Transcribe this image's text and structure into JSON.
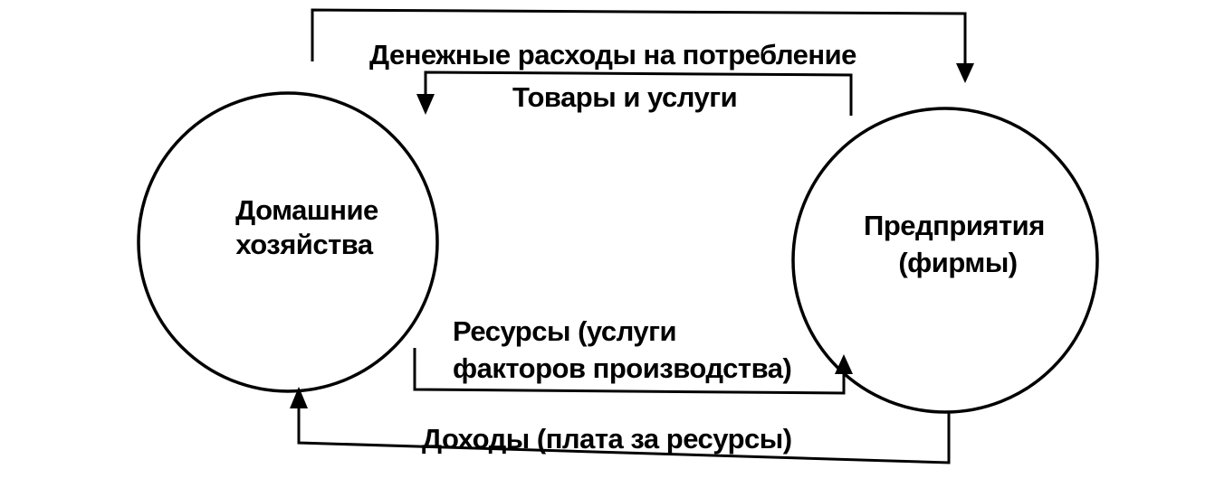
{
  "nodes": {
    "households": {
      "line1": "Домашние",
      "line2": "хозяйства"
    },
    "firms": {
      "line1": "Предприятия",
      "line2": "(фирмы)"
    }
  },
  "flows": {
    "consumption_spending": "Денежные расходы на потребление",
    "goods_services": "Товары и услуги",
    "resources_line1": "Ресурсы (услуги",
    "resources_line2": "факторов производства)",
    "income": "Доходы (плата за ресурсы)"
  }
}
